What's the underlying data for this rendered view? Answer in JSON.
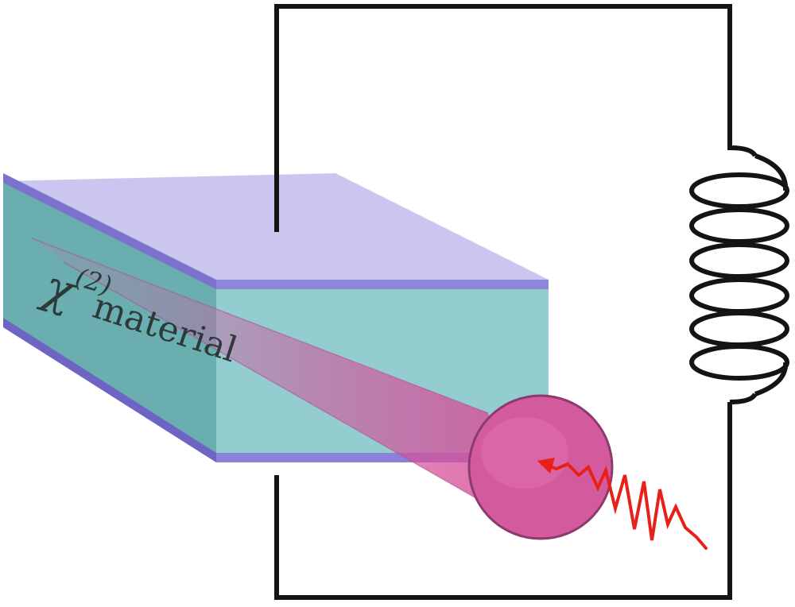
{
  "diagram": {
    "labels": {
      "chi": "χ",
      "chi_superscript": "(2)",
      "material": "material"
    },
    "colors": {
      "plate": "#c8c4f0",
      "plate_edge": "#7a72cc",
      "crystal_front": "#6aaeb0",
      "crystal_side": "#93cdd0",
      "beam": "#d0549a",
      "pulse": "#e8201a",
      "wire": "#141414"
    },
    "icons": {
      "inductor": "coil-icon",
      "photon": "wave-packet-icon"
    }
  }
}
